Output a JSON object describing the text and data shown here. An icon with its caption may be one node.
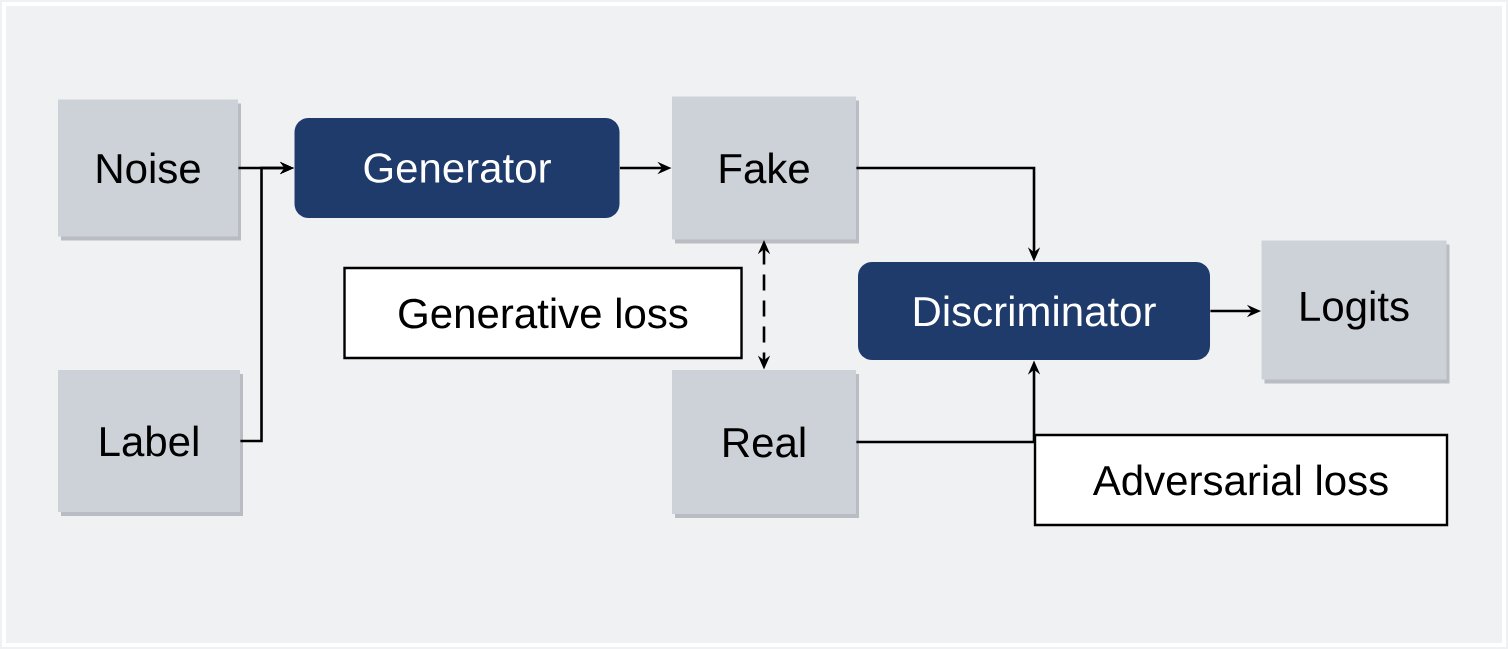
{
  "diagram": {
    "nodes": [
      {
        "text": [
          "Noise"
        ]
      },
      {
        "text": [
          "Label"
        ]
      },
      {
        "text": [
          "Generator"
        ]
      },
      {
        "text": [
          "Fake"
        ]
      },
      {
        "text": [
          "Real"
        ]
      },
      {
        "text": [
          "Generative loss"
        ]
      },
      {
        "text": [
          "Discriminator"
        ]
      },
      {
        "text": [
          "Logits"
        ]
      },
      {
        "text": [
          "Adversarial loss"
        ]
      }
    ],
    "edges": [
      {
        "from": 0,
        "to": 2,
        "arrow": "to"
      },
      {
        "from": 1,
        "to": 2,
        "arrow": "to"
      },
      {
        "from": 2,
        "to": 3,
        "arrow": "to"
      },
      {
        "from": 3,
        "to": 6,
        "arrow": "to"
      },
      {
        "from": 3,
        "to": 4,
        "arrow": "both",
        "style": "dashed"
      },
      {
        "from": 4,
        "to": 6,
        "arrow": "to"
      },
      {
        "from": 6,
        "to": 7,
        "arrow": "to"
      }
    ]
  }
}
